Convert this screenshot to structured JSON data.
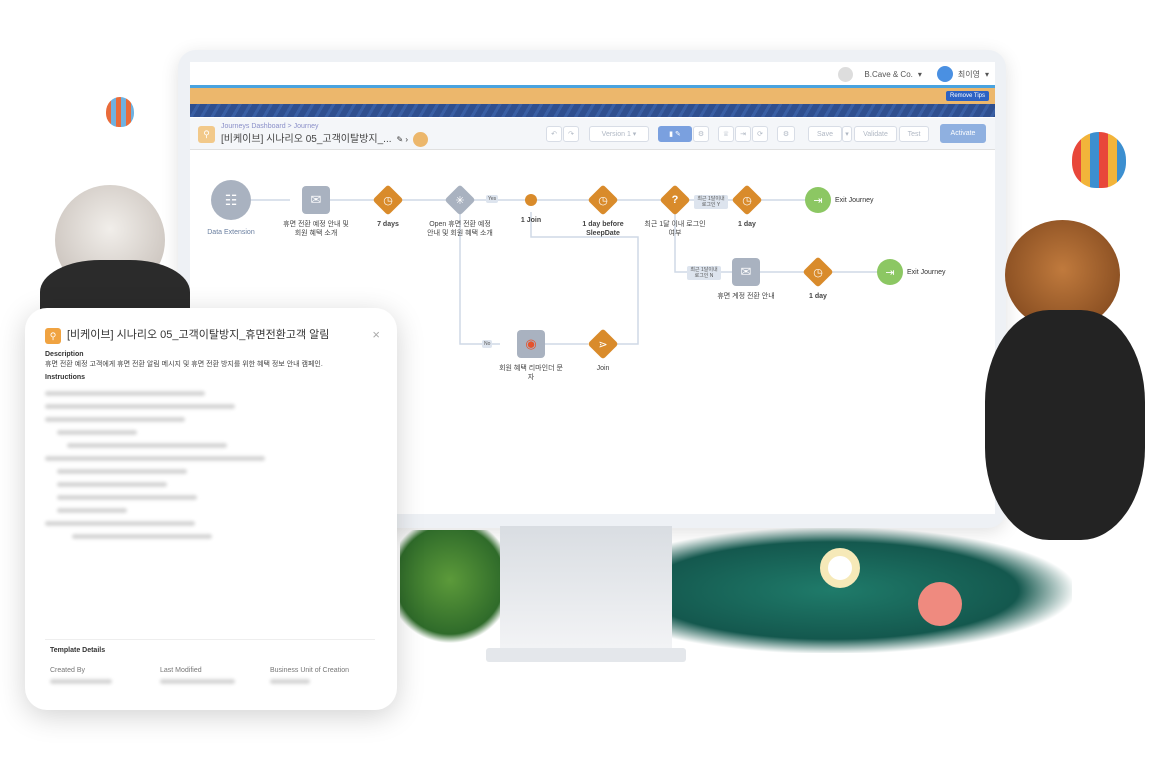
{
  "header": {
    "org": "B.Cave & Co.",
    "user": "최이영",
    "remove_tips": "Remove Tips"
  },
  "breadcrumb": "Journeys Dashboard > Journey",
  "journey_title": "[비케이브] 시나리오 05_고객이탈방지_...",
  "toolbar": {
    "version": "Version 1",
    "save": "Save",
    "validate": "Validate",
    "test": "Test",
    "activate": "Activate"
  },
  "canvas": {
    "data_extension": "Data Extension",
    "email1": "휴면 전환 예정 안내 및 회원 혜택 소개",
    "wait1": "7 days",
    "decision_open": "Open 휴면 전환 예정 안내 및 회원 혜택 소개",
    "yes": "Yes",
    "no": "No",
    "join1": "1 Join",
    "wait_sleep": "1 day before SleepDate",
    "decision_login": "최근 1달 이내 로그인 여부",
    "login_y": "최근 1달이내 로그인 Y",
    "login_n": "최근 1달이내 로그인 N",
    "wait_1day_a": "1 day",
    "exit_a": "Exit Journey",
    "email2": "휴면 계정 전환 안내",
    "wait_1day_b": "1 day",
    "exit_b": "Exit Journey",
    "sms": "회원 혜택 리마인더 문자",
    "join2": "Join"
  },
  "card": {
    "title": "[비케이브] 시나리오 05_고객이탈방지_휴면전환고객 알림",
    "description_label": "Description",
    "description": "휴면 전환 예정 고객에게 휴면 전환 알림 메시지 및 휴면 전환 방지를 위한 혜택 정보 안내 캠페인.",
    "instructions_label": "Instructions",
    "template_details": "Template Details",
    "created_by": "Created By",
    "last_modified": "Last Modified",
    "business_unit": "Business Unit of Creation"
  },
  "colors": {
    "accent": "#d98b2b",
    "activate": "#8fb0e0",
    "exit": "#8cc763",
    "banner": "#ecb76c"
  }
}
